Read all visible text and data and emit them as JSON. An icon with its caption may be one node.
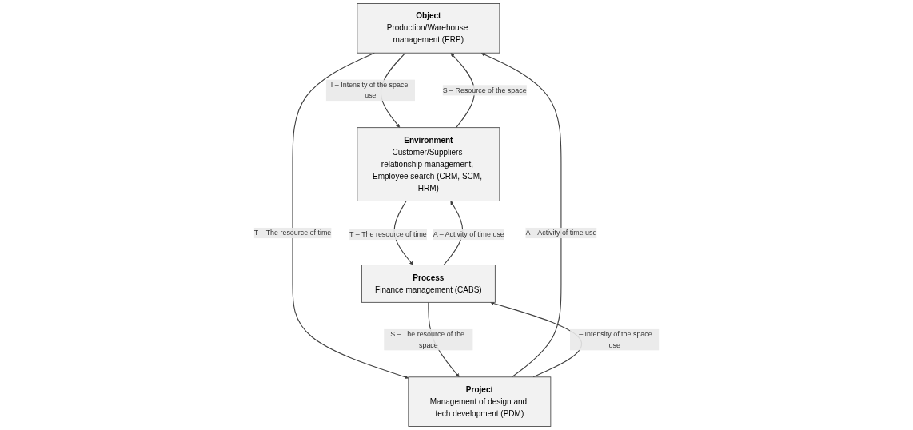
{
  "diagram": {
    "nodes": [
      {
        "text": [
          "Object",
          "Production/Warehouse management (ERP)"
        ]
      },
      {
        "text": [
          "Environment",
          "Customer/Suppliers relationship management, Employee search (CRM, SCM, HRM)"
        ]
      },
      {
        "text": [
          "Project",
          "Management of design and tech development (PDM)"
        ]
      },
      {
        "text": [
          "Process",
          "Finance management (CABS)"
        ]
      }
    ],
    "edges": [
      {
        "from": 0,
        "to": 1,
        "arrow": "to",
        "label": "I – Intensity of the space use"
      },
      {
        "from": 1,
        "to": 0,
        "arrow": "to",
        "label": "S – Resource of the space"
      },
      {
        "from": 2,
        "to": 0,
        "arrow": "to",
        "label": "A – Activity of time use"
      },
      {
        "from": 0,
        "to": 2,
        "arrow": "to",
        "label": "T – The resource of time"
      },
      {
        "from": 1,
        "to": 3,
        "arrow": "to",
        "label": "T – The resource of time"
      },
      {
        "from": 3,
        "to": 1,
        "arrow": "to",
        "label": "A – Activity of time use"
      },
      {
        "from": 3,
        "to": 2,
        "arrow": "to",
        "label": "S – The resource of the space"
      },
      {
        "from": 2,
        "to": 3,
        "arrow": "to",
        "label": "I – Intensity of the space use"
      }
    ]
  }
}
